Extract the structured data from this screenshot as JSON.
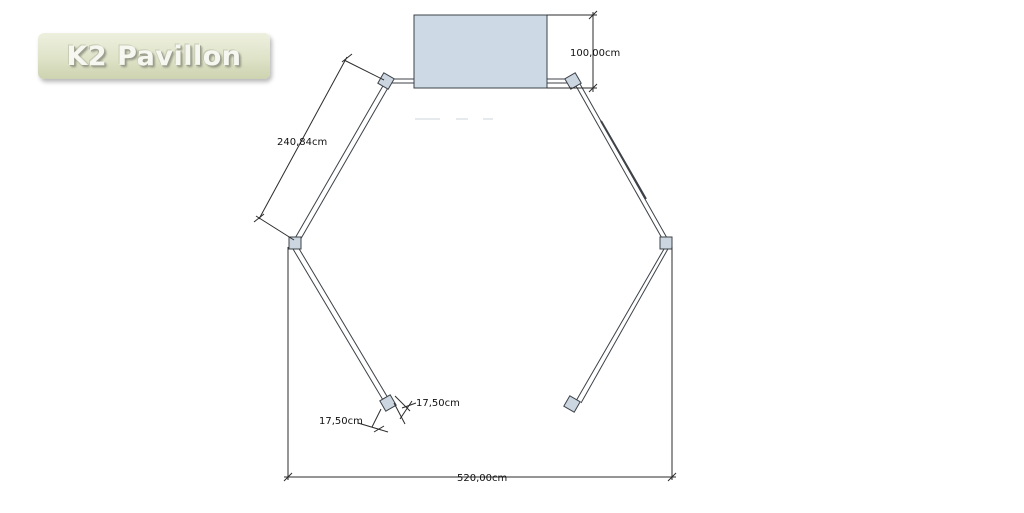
{
  "logo": {
    "text": "K2 Pavillon"
  },
  "dimensions": {
    "table_depth": "100,00cm",
    "side_length": "240,84cm",
    "post_width_a": "17,50cm",
    "post_width_b": "17,50cm",
    "total_width": "520,00cm"
  },
  "colors": {
    "table_fill": "#cdd9e4",
    "post_fill": "#cbd6e0",
    "outline": "#3c4248"
  }
}
